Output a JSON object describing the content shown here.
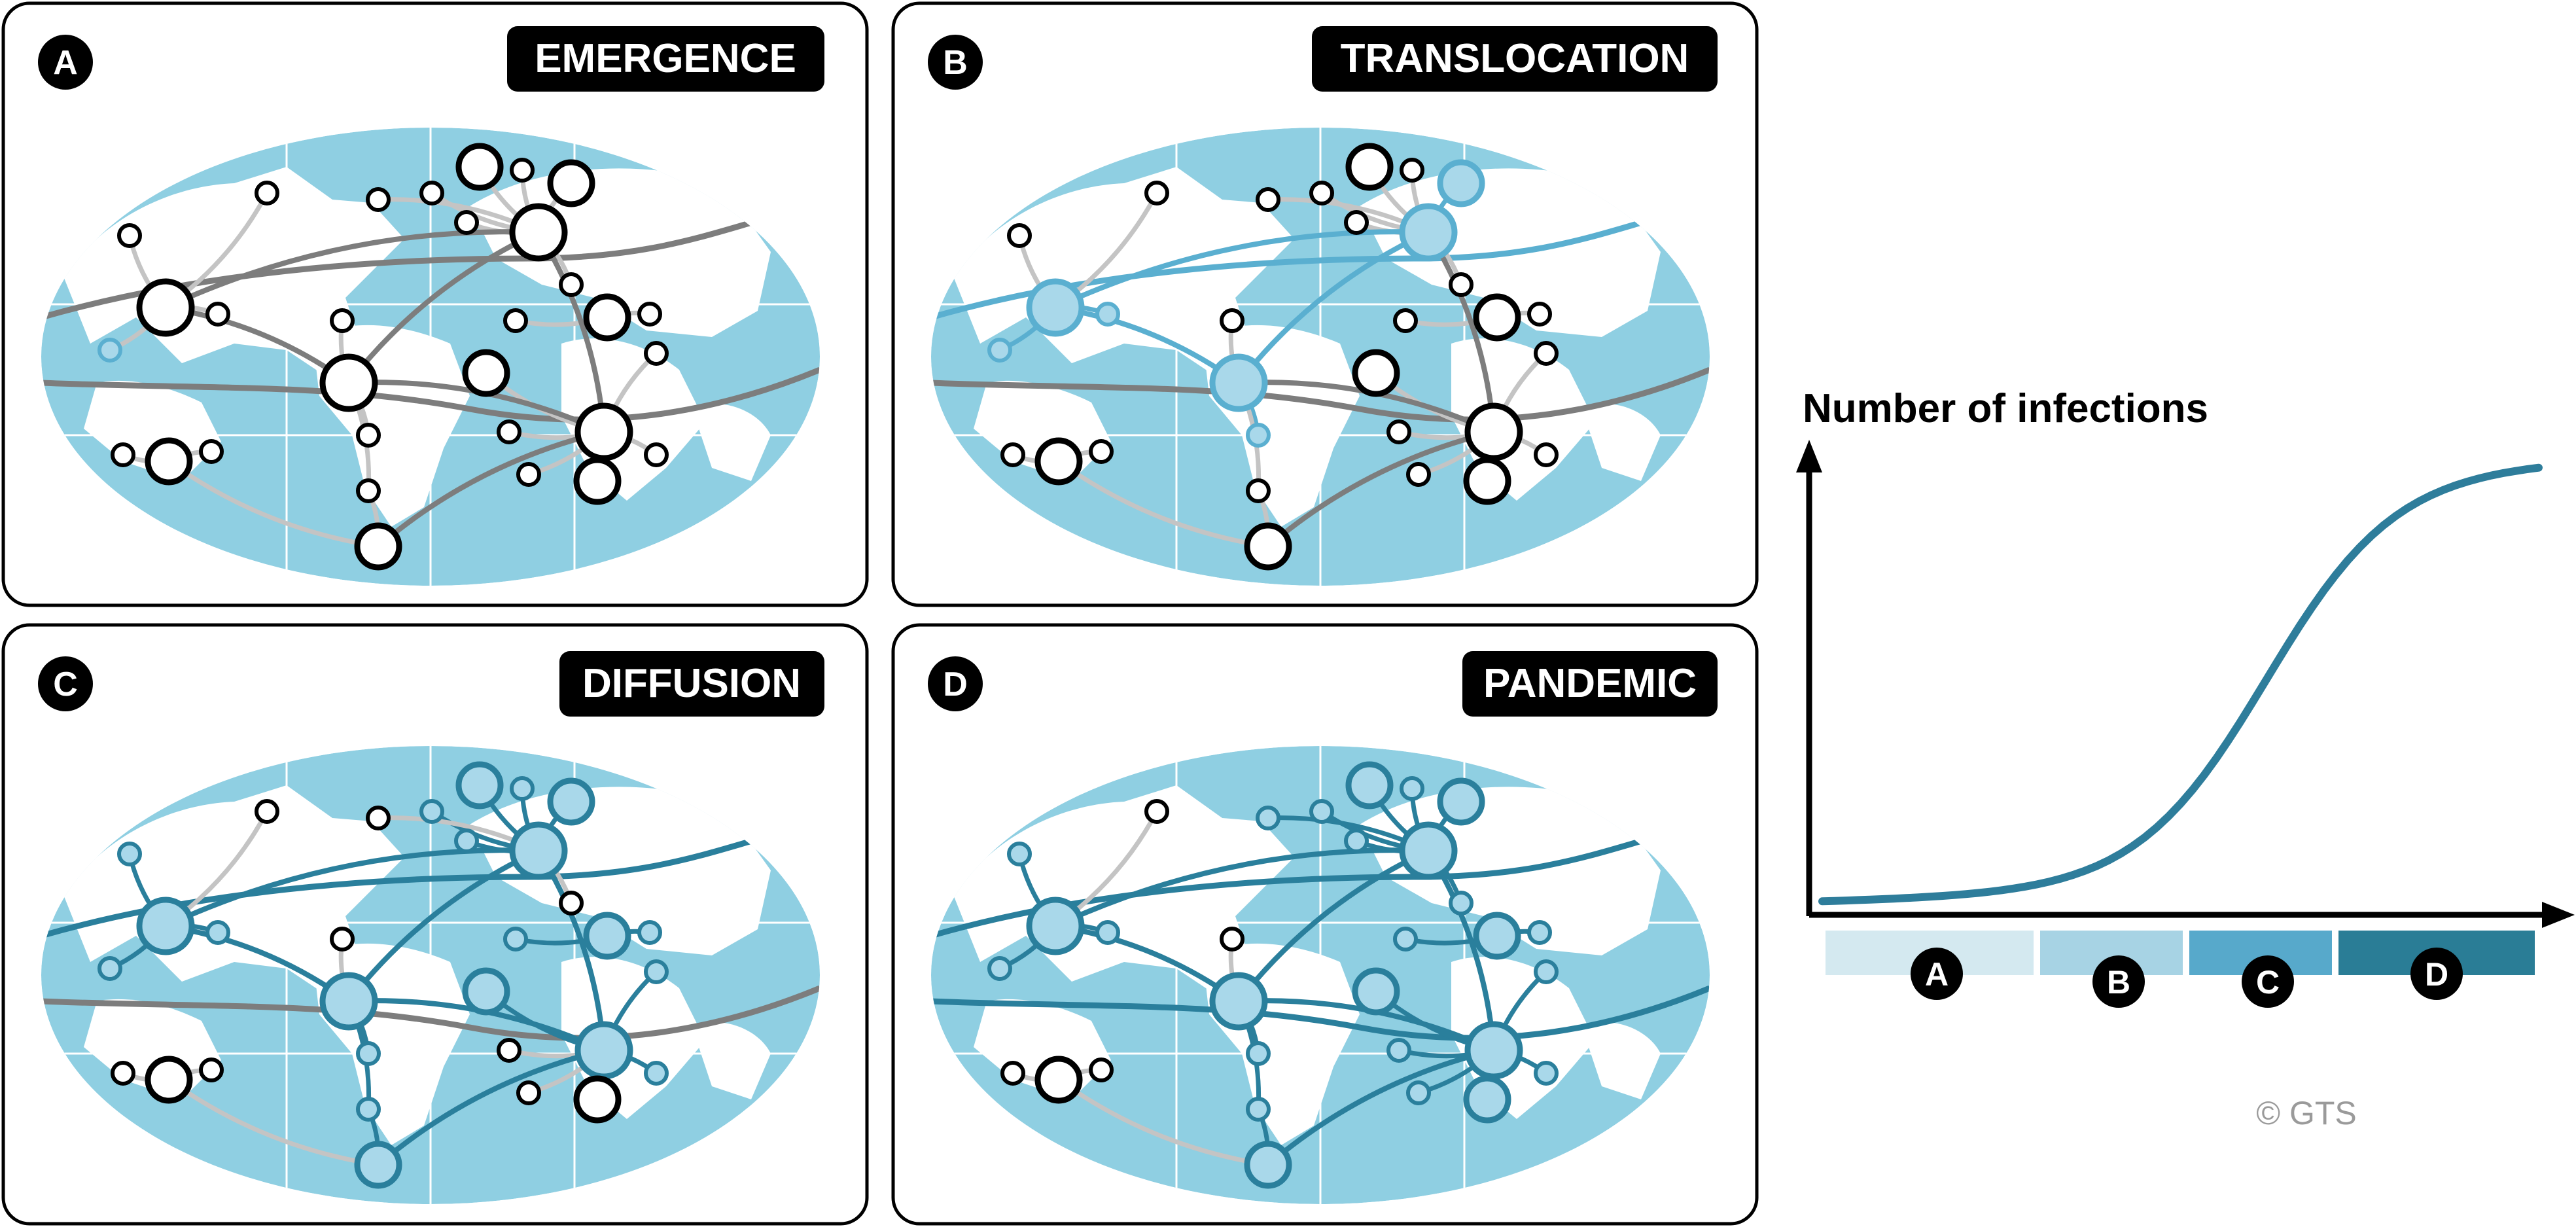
{
  "panels": [
    {
      "letter": "A",
      "title": "EMERGENCE"
    },
    {
      "letter": "B",
      "title": "TRANSLOCATION"
    },
    {
      "letter": "C",
      "title": "DIFFUSION"
    },
    {
      "letter": "D",
      "title": "PANDEMIC"
    }
  ],
  "chart": {
    "ylabel": "Number of infections",
    "phases": [
      "A",
      "B",
      "C",
      "D"
    ],
    "credit": "© GTS"
  },
  "colors": {
    "ocean": "#8fcfe2",
    "land": "#ffffff",
    "node_blue_fill": "#a9d8ea",
    "edge_blue_light": "#5aafd0",
    "edge_blue_dark": "#2a7f9c",
    "edge_gray_dark": "#7d7d7d",
    "edge_gray_light": "#c4c4c4",
    "phase_A": "#d4e9f0",
    "phase_B": "#a7d3e4",
    "phase_C": "#57a9cb",
    "phase_D": "#2a7d96",
    "curve": "#2e7d9b"
  }
}
